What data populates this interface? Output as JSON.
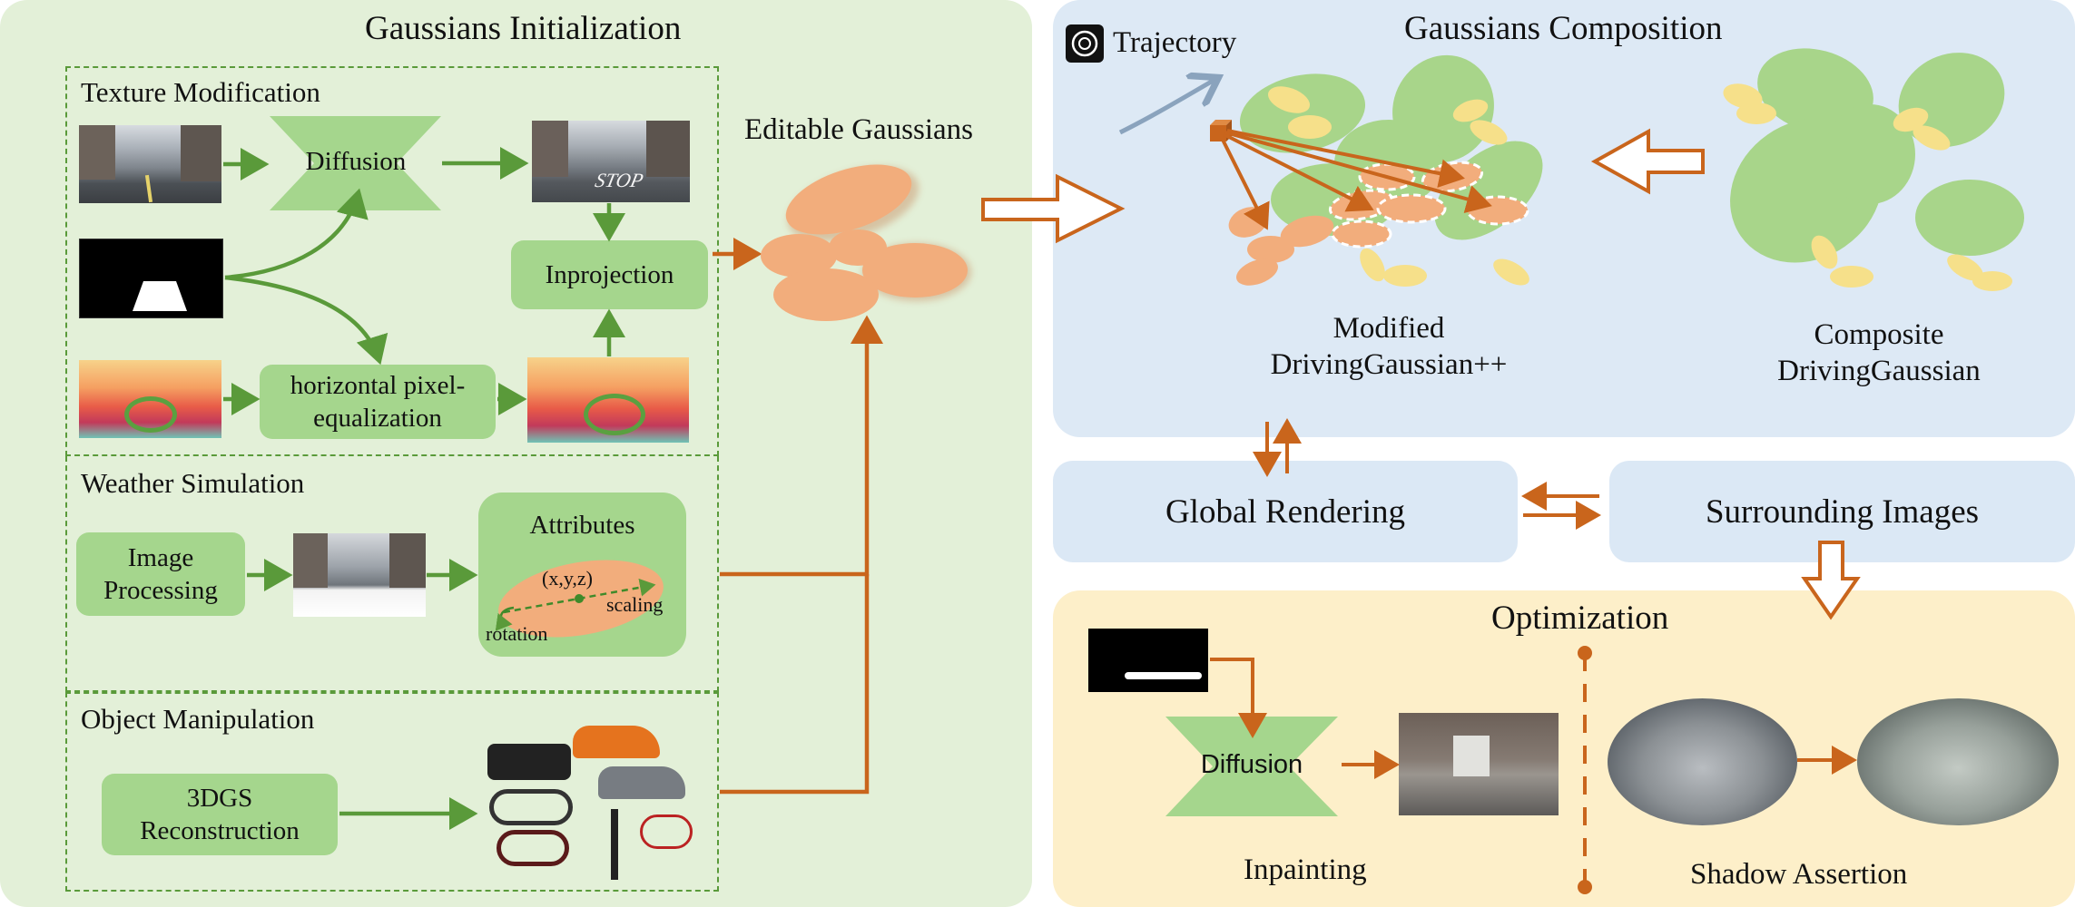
{
  "colors": {
    "green_panel": "#e3f0d8",
    "blue_panel": "#dde9f5",
    "yellow_panel": "#fdefc9",
    "green_box": "#a5d68d",
    "green_arrow": "#5a9a3a",
    "orange_arrow": "#c9651c",
    "gaussian_orange": "#f2ad7c",
    "gaussian_green": "#a8d58a",
    "gaussian_yellow": "#f6e08a"
  },
  "init": {
    "title": "Gaussians Initialization",
    "texture": {
      "title": "Texture Modification",
      "diffusion": "Diffusion",
      "inprojection": "Inprojection",
      "hpe": "horizontal pixel-\nequalization",
      "stop_text": "STOP"
    },
    "weather": {
      "title": "Weather Simulation",
      "image_processing": "Image\nProcessing",
      "attributes": "Attributes",
      "xyz": "(x,y,z)",
      "scaling": "scaling",
      "rotation": "rotation"
    },
    "object": {
      "title": "Object Manipulation",
      "reconstruction": "3DGS\nReconstruction"
    },
    "editable": "Editable Gaussians"
  },
  "composition": {
    "title": "Gaussians Composition",
    "trajectory": "Trajectory",
    "modified": "Modified\nDrivingGaussian++",
    "composite": "Composite\nDrivingGaussian"
  },
  "global_rendering": "Global Rendering",
  "surrounding_images": "Surrounding Images",
  "optimization": {
    "title": "Optimization",
    "diffusion": "Diffusion",
    "inpainting": "Inpainting",
    "shadow": "Shadow Assertion"
  }
}
